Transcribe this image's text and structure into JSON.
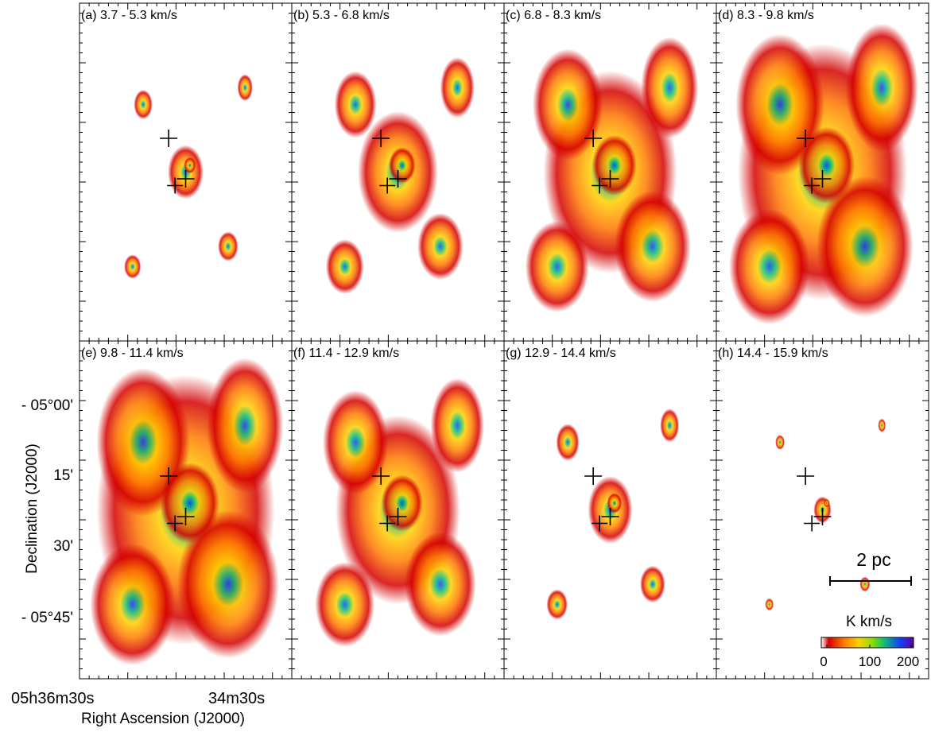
{
  "figure": {
    "panels": [
      {
        "label": "(a) 3.7 - 5.3 km/s",
        "level": 0.2
      },
      {
        "label": "(b) 5.3 - 6.8 km/s",
        "level": 0.45
      },
      {
        "label": "(c) 6.8 - 8.3 km/s",
        "level": 0.75
      },
      {
        "label": "(d) 8.3 - 9.8 km/s",
        "level": 0.95
      },
      {
        "label": "(e) 9.8 - 11.4 km/s",
        "level": 1.0
      },
      {
        "label": "(f) 11.4 - 12.9 km/s",
        "level": 0.7
      },
      {
        "label": "(g) 12.9 - 14.4 km/s",
        "level": 0.25
      },
      {
        "label": "(h) 14.4 - 15.9 km/s",
        "level": 0.1
      }
    ],
    "y_axis": {
      "title": "Declination (J2000)",
      "ticks": [
        "- 05°00'",
        "15'",
        "30'",
        "- 05°45'"
      ]
    },
    "x_axis": {
      "title": "Right Ascension (J2000)",
      "ticks": [
        "05h36m30s",
        "34m30s"
      ]
    },
    "scale_bar": {
      "label": "2 pc"
    },
    "colorbar": {
      "label": "K km/s",
      "ticks": [
        "0",
        "100",
        "200"
      ],
      "colors": [
        "#ffffff",
        "#d40000",
        "#ff7a00",
        "#ffd000",
        "#8ee000",
        "#10c070",
        "#1040ff",
        "#6000a0"
      ]
    }
  }
}
